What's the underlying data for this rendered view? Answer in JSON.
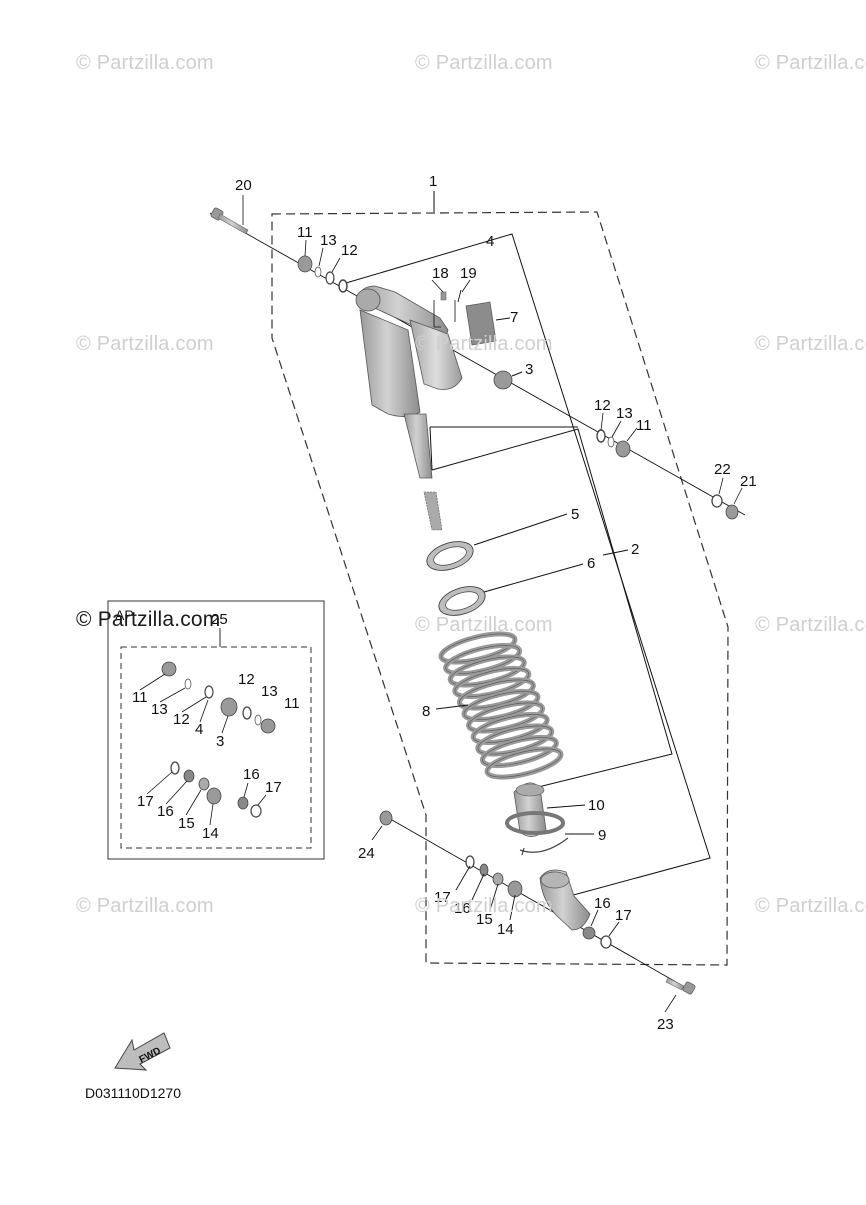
{
  "watermark_text": "© Partzilla.com",
  "watermark_overlay_text": "© Partzilla.com",
  "diagram_code": "D031110D1270",
  "fwd_label": "FWD",
  "inset_label": "AP",
  "callouts": {
    "c1": "1",
    "c2": "2",
    "c3": "3",
    "c4": "4",
    "c5": "5",
    "c6": "6",
    "c7": "7",
    "c8": "8",
    "c9": "9",
    "c10": "10",
    "c11a": "11",
    "c13a": "13",
    "c12a": "12",
    "c18": "18",
    "c19": "19",
    "c12b": "12",
    "c13b": "13",
    "c11b": "11",
    "c22": "22",
    "c21": "21",
    "c20": "20",
    "c24": "24",
    "c17a": "17",
    "c16a": "16",
    "c15a": "15",
    "c14a": "14",
    "c16b": "16",
    "c17b": "17",
    "c23": "23"
  },
  "inset_callouts": {
    "c25": "25",
    "c11a": "11",
    "c13a": "13",
    "c12a": "12",
    "c4": "4",
    "c3": "3",
    "c12b": "12",
    "c13b": "13",
    "c11b": "11",
    "c17a": "17",
    "c16a": "16",
    "c15": "15",
    "c14": "14",
    "c16b": "16",
    "c17b": "17"
  },
  "colors": {
    "part_fill": "#bdbdbd",
    "part_dark": "#8a8a8a",
    "line": "#111111",
    "watermark": "#cfcfcf"
  }
}
